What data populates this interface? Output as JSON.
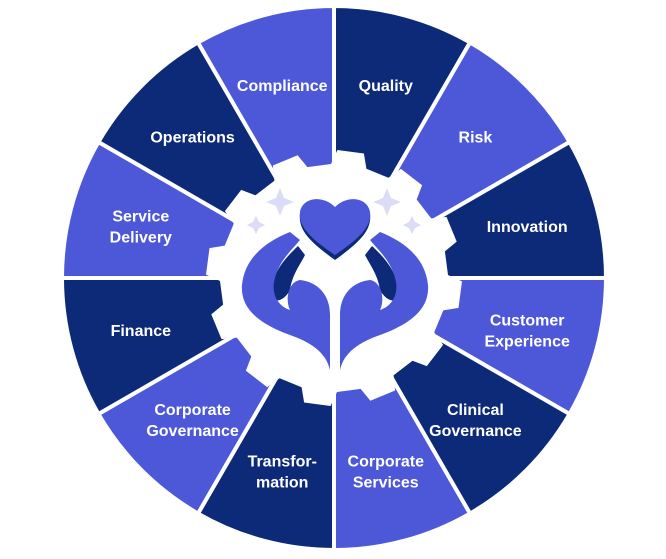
{
  "diagram": {
    "segments": [
      {
        "label": [
          "Quality"
        ],
        "tone": "dark"
      },
      {
        "label": [
          "Risk"
        ],
        "tone": "light"
      },
      {
        "label": [
          "Innovation"
        ],
        "tone": "dark"
      },
      {
        "label": [
          "Customer",
          "Experience"
        ],
        "tone": "light"
      },
      {
        "label": [
          "Clinical",
          "Governance"
        ],
        "tone": "dark"
      },
      {
        "label": [
          "Corporate",
          "Services"
        ],
        "tone": "light"
      },
      {
        "label": [
          "Transfor-",
          "mation"
        ],
        "tone": "dark"
      },
      {
        "label": [
          "Corporate",
          "Governance"
        ],
        "tone": "light"
      },
      {
        "label": [
          "Finance"
        ],
        "tone": "dark"
      },
      {
        "label": [
          "Service",
          "Delivery"
        ],
        "tone": "light"
      },
      {
        "label": [
          "Operations"
        ],
        "tone": "dark"
      },
      {
        "label": [
          "Compliance"
        ],
        "tone": "light"
      }
    ],
    "center_icon": "hands-holding-heart-icon",
    "colors": {
      "dark": "#0c2a78",
      "light": "#4d58d8",
      "sparkle": "#dcdcf6",
      "gap": "#ffffff"
    }
  }
}
